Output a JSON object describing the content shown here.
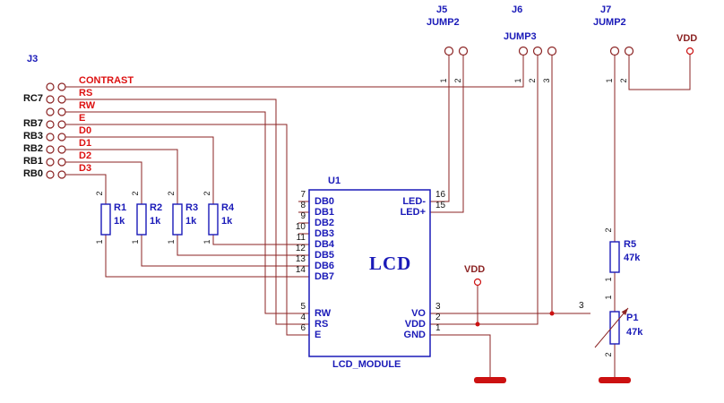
{
  "colors": {
    "wire": "#8B2323",
    "component_outline": "#1A1AB8",
    "signal_text": "#DD1111",
    "power_symbol": "#CC1111",
    "label_text": "#111111",
    "background": "#FFFFFF"
  },
  "j3": {
    "ref": "J3",
    "pin_labels": [
      "RC7",
      "RB7",
      "RB3",
      "RB2",
      "RB1",
      "RB0"
    ],
    "signals": [
      "CONTRAST",
      "RS",
      "RW",
      "E",
      "D0",
      "D1",
      "D2",
      "D3"
    ]
  },
  "jumpers": {
    "j5": {
      "ref": "J5",
      "type": "JUMP2",
      "pins": [
        "1",
        "2"
      ]
    },
    "j6": {
      "ref": "J6",
      "type": "JUMP3",
      "pins": [
        "1",
        "2",
        "3"
      ]
    },
    "j7": {
      "ref": "J7",
      "type": "JUMP2",
      "pins": [
        "1",
        "2"
      ]
    }
  },
  "resistors": {
    "r1": {
      "ref": "R1",
      "value": "1k",
      "pin_top": "2",
      "pin_bottom": "1"
    },
    "r2": {
      "ref": "R2",
      "value": "1k",
      "pin_top": "2",
      "pin_bottom": "1"
    },
    "r3": {
      "ref": "R3",
      "value": "1k",
      "pin_top": "2",
      "pin_bottom": "1"
    },
    "r4": {
      "ref": "R4",
      "value": "1k",
      "pin_top": "2",
      "pin_bottom": "1"
    },
    "r5": {
      "ref": "R5",
      "value": "47k",
      "pin_top": "2",
      "pin_bottom": "1"
    }
  },
  "pot": {
    "ref": "P1",
    "value": "47k",
    "pin_top": "1",
    "pin_bottom": "2",
    "pin_wiper": "3"
  },
  "u1": {
    "ref": "U1",
    "title": "LCD",
    "subtitle": "LCD_MODULE",
    "left_pins": [
      {
        "num": "7",
        "name": "DB0"
      },
      {
        "num": "8",
        "name": "DB1"
      },
      {
        "num": "9",
        "name": "DB2"
      },
      {
        "num": "10",
        "name": "DB3"
      },
      {
        "num": "11",
        "name": "DB4"
      },
      {
        "num": "12",
        "name": "DB5"
      },
      {
        "num": "13",
        "name": "DB6"
      },
      {
        "num": "14",
        "name": "DB7"
      },
      {
        "num": "5",
        "name": "RW"
      },
      {
        "num": "4",
        "name": "RS"
      },
      {
        "num": "6",
        "name": "E"
      }
    ],
    "right_pins": [
      {
        "num": "16",
        "name": "LED-"
      },
      {
        "num": "15",
        "name": "LED+"
      },
      {
        "num": "3",
        "name": "VO"
      },
      {
        "num": "2",
        "name": "VDD"
      },
      {
        "num": "1",
        "name": "GND"
      }
    ]
  },
  "power": {
    "vdd_label": "VDD"
  }
}
